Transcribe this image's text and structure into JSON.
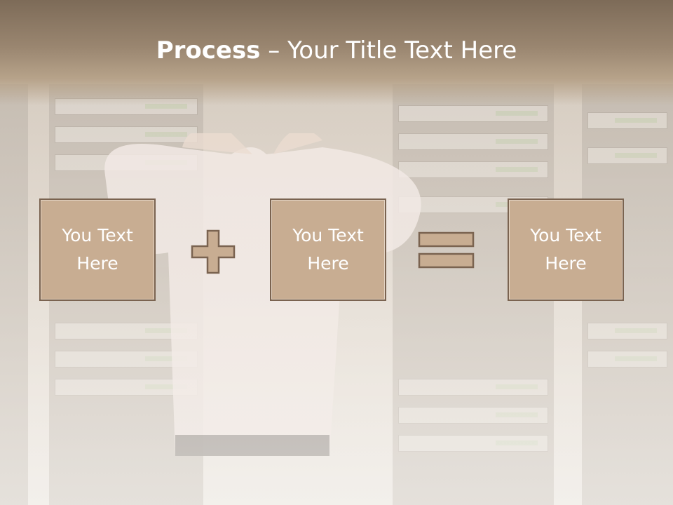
{
  "slide": {
    "title_bold": "Process",
    "title_rest": " – Your Title Text Here",
    "boxes": [
      {
        "text": "You Text Here"
      },
      {
        "text": "You Text Here"
      },
      {
        "text": "You Text Here"
      }
    ],
    "operators": [
      "plus",
      "equals"
    ]
  },
  "colors": {
    "title_band": "#8a7660",
    "box_fill": "#c8ad92",
    "box_border": "#7a6350",
    "text": "#ffffff"
  }
}
